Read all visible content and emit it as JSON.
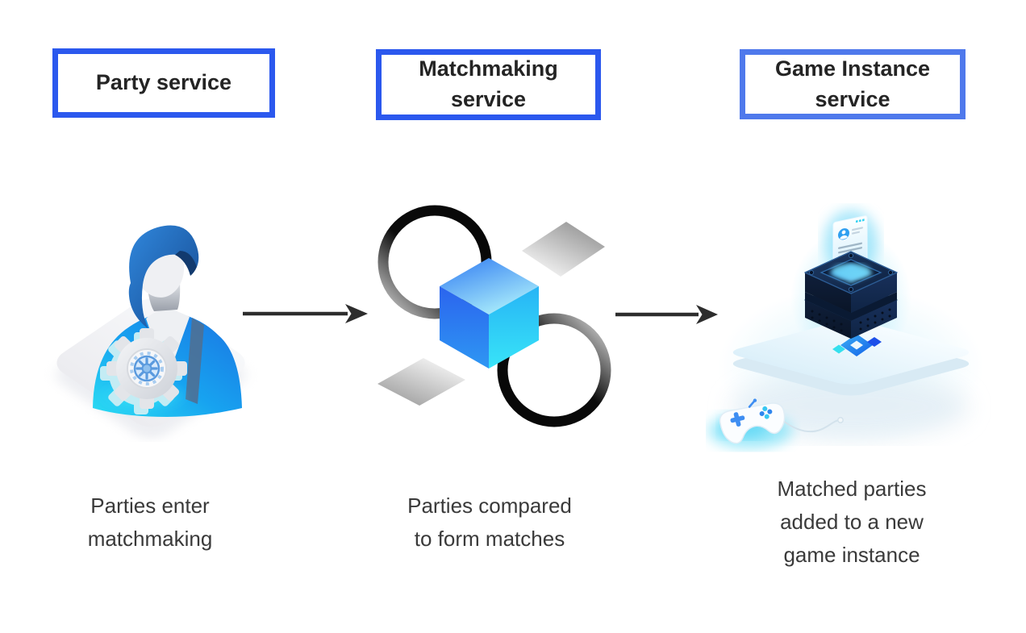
{
  "diagram": {
    "columns": [
      {
        "title": "Party service",
        "caption": "Parties enter\nmatchmaking",
        "icon": "party-user-gear-icon"
      },
      {
        "title": "Matchmaking\nservice",
        "caption": "Parties compared\nto form matches",
        "icon": "matchmaking-cube-links-icon"
      },
      {
        "title": "Game Instance\nservice",
        "caption": "Matched parties\nadded to a new\ngame instance",
        "icon": "game-instance-server-icon"
      }
    ],
    "arrows": [
      {
        "from": "Party service",
        "to": "Matchmaking service"
      },
      {
        "from": "Matchmaking service",
        "to": "Game Instance service"
      }
    ],
    "colors": {
      "box_border_blue": "#2b58ee",
      "box_border_blue_light": "#4f79ec",
      "title_text": "#242424",
      "caption_text": "#3a3a3a",
      "arrow": "#2d2d2d",
      "cube_blue": "#2b64ee",
      "cube_cyan": "#38e4f8",
      "glow_cyan": "#57e2f7",
      "server_navy": "#12263f",
      "link_ring_black": "#0b0b0b",
      "diamond_gray": "#9a9a9a"
    }
  }
}
